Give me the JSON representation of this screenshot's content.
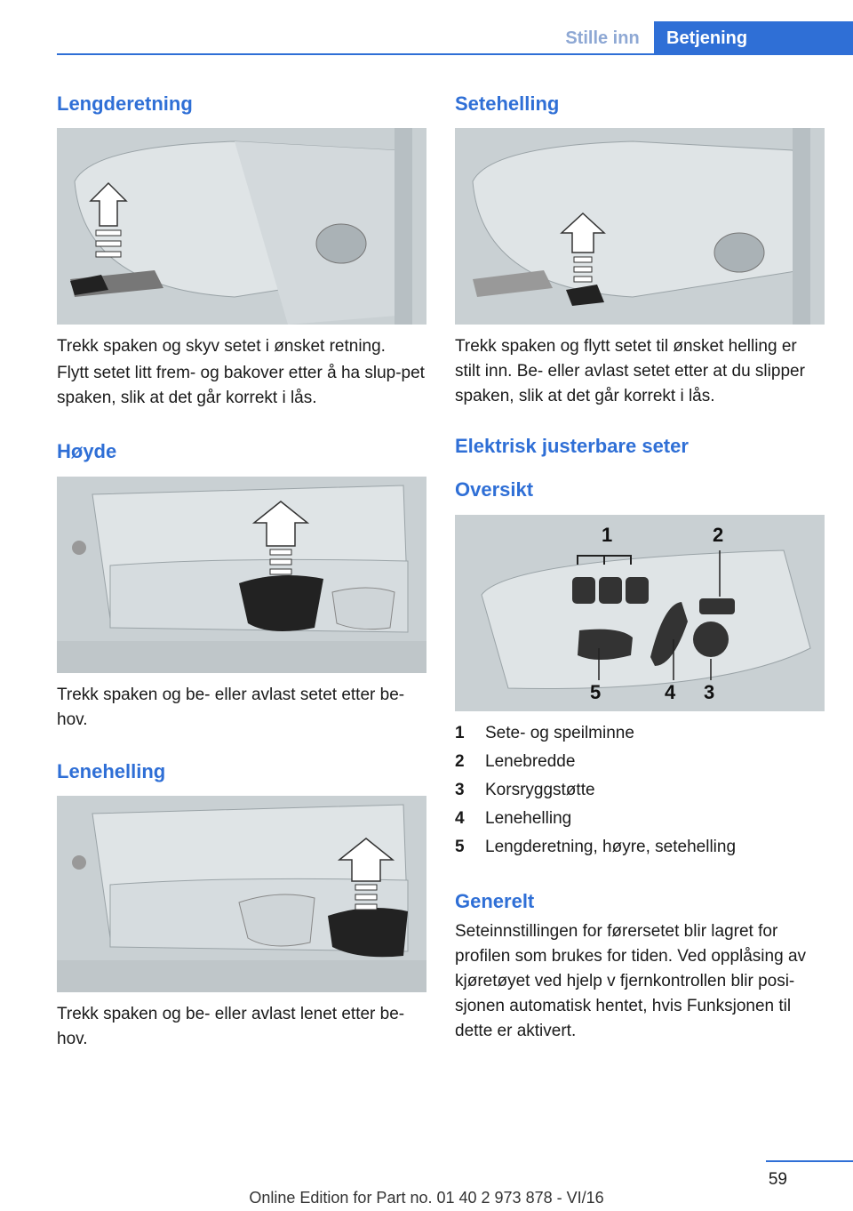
{
  "header": {
    "tab_inactive": "Stille inn",
    "tab_active": "Betjening"
  },
  "left": {
    "s1_title": "Lengderetning",
    "s1_p1": "Trekk spaken og skyv setet i ønsket retning.",
    "s1_p2": "Flytt setet litt frem- og bakover etter å ha slup-pet spaken, slik at det går korrekt i lås.",
    "s2_title": "Høyde",
    "s2_p1": "Trekk spaken og be- eller avlast setet etter be-hov.",
    "s3_title": "Lenehelling",
    "s3_p1": "Trekk spaken og be- eller avlast lenet etter be-hov."
  },
  "right": {
    "s1_title": "Setehelling",
    "s1_p1": "Trekk spaken og flytt setet til ønsket helling er stilt inn. Be- eller avlast setet etter at du slipper spaken, slik at det går korrekt i lås.",
    "s2_title": "Elektrisk justerbare seter",
    "s3_title": "Oversikt",
    "callouts": {
      "c1": "1",
      "c2": "2",
      "c3": "3",
      "c4": "4",
      "c5": "5"
    },
    "legend": [
      {
        "num": "1",
        "text": "Sete- og speilminne"
      },
      {
        "num": "2",
        "text": "Lenebredde"
      },
      {
        "num": "3",
        "text": "Korsryggstøtte"
      },
      {
        "num": "4",
        "text": "Lenehelling"
      },
      {
        "num": "5",
        "text": "Lengderetning, høyre, setehelling"
      }
    ],
    "s4_title": "Generelt",
    "s4_p1": "Seteinnstillingen for førersetet blir lagret for profilen som brukes for tiden. Ved opplåsing av kjøretøyet ved hjelp v fjernkontrollen blir posi-sjonen automatisk hentet, hvis Funksjonen til dette er aktivert."
  },
  "footer": {
    "page": "59",
    "edition": "Online Edition for Part no. 01 40 2 973 878 - VI/16"
  }
}
